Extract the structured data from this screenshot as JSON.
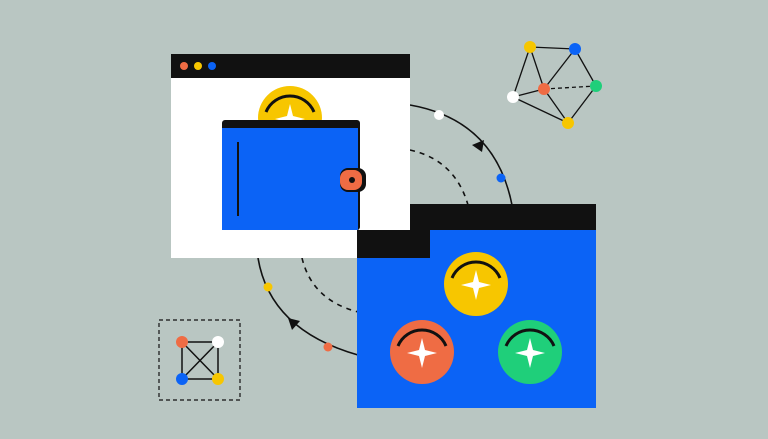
{
  "colors": {
    "background": "#b9c6c2",
    "ink": "#111111",
    "window_bg": "#ffffff",
    "blue": "#0b63f6",
    "yellow": "#f7c600",
    "orange": "#ef6c44",
    "green": "#1fcf7a",
    "white": "#ffffff"
  },
  "illustration": {
    "window": {
      "controls": [
        "orange-dot",
        "yellow-dot",
        "blue-dot"
      ]
    },
    "icons": [
      "wallet-icon",
      "coin-icon",
      "folder-icon",
      "network-graph-icon",
      "node-grid-icon",
      "arrow-icon"
    ]
  }
}
